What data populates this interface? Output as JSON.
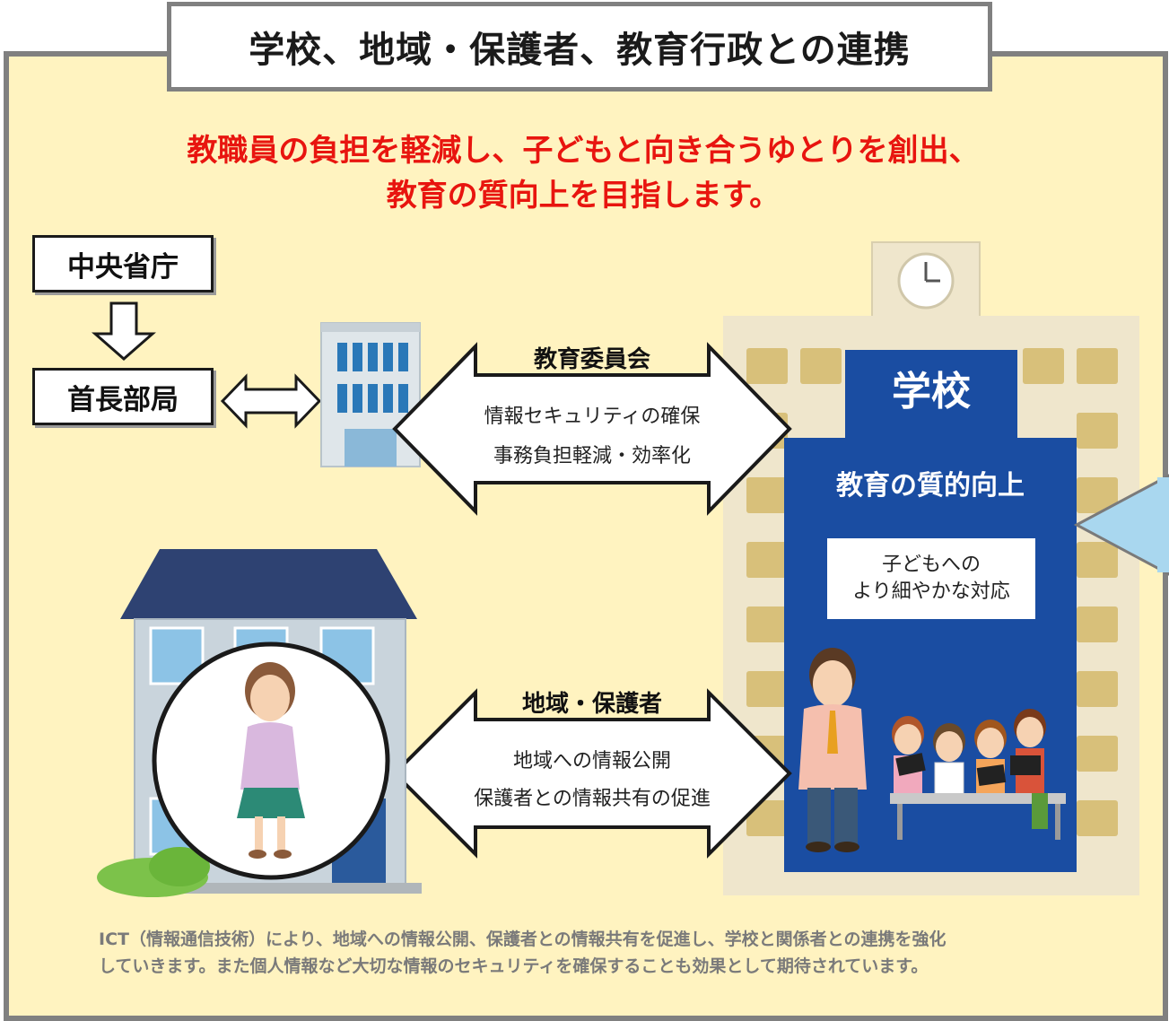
{
  "title": "学校、地域・保護者、教育行政との連携",
  "headline": {
    "line1": "教職員の負担を軽減し、子どもと向き合うゆとりを創出、",
    "line2": "教育の質向上を目指します。"
  },
  "hierarchy": {
    "top": "中央省庁",
    "bottom": "首長部局"
  },
  "board_arrow": {
    "title": "教育委員会",
    "line1": "情報セキュリティの確保",
    "line2": "事務負担軽減・効率化"
  },
  "community_arrow": {
    "title": "地域・保護者",
    "line1": "地域への情報公開",
    "line2": "保護者との情報共有の促進"
  },
  "school": {
    "title": "学校",
    "subtitle": "教育の質的向上",
    "care_line1": "子どもへの",
    "care_line2": "より細やかな対応"
  },
  "footnote": {
    "line1": "ICT（情報通信技術）により、地域への情報公開、保護者との情報共有を促進し、学校と関係者との連携を強化",
    "line2": "していきます。また個人情報など大切な情報のセキュリティを確保することも効果として期待されています。"
  },
  "colors": {
    "background": "#fff3c0",
    "headline": "#e8150f",
    "school_blue": "#1a4da2",
    "house_roof": "#2e4272",
    "callout": "#a9d7ef"
  }
}
